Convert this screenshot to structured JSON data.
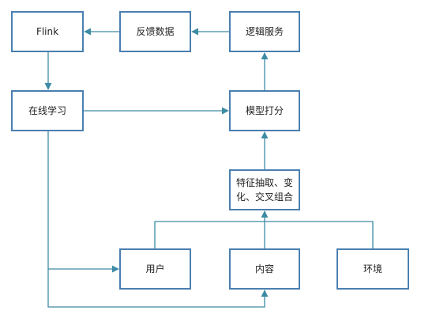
{
  "diagram": {
    "nodes": {
      "logic_service": "逻辑服务",
      "feedback_data": "反馈数据",
      "flink": "Flink",
      "online_learning": "在线学习",
      "model_scoring": "模型打分",
      "feature_line1": "特征抽取、变",
      "feature_line2": "化、交叉组合",
      "user": "用户",
      "content": "内容",
      "environment": "环境"
    },
    "edges": [
      {
        "from": "logic_service",
        "to": "feedback_data"
      },
      {
        "from": "feedback_data",
        "to": "flink"
      },
      {
        "from": "flink",
        "to": "online_learning"
      },
      {
        "from": "online_learning",
        "to": "model_scoring"
      },
      {
        "from": "model_scoring",
        "to": "logic_service"
      },
      {
        "from": "feature_extraction",
        "to": "model_scoring"
      },
      {
        "from": "user",
        "to": "feature_extraction"
      },
      {
        "from": "content",
        "to": "feature_extraction"
      },
      {
        "from": "environment",
        "to": "feature_extraction"
      },
      {
        "from": "online_learning",
        "to": "user"
      },
      {
        "from": "online_learning",
        "to": "content"
      }
    ],
    "colors": {
      "node_border": "#4a7fb0",
      "edge": "#3d8ba4"
    }
  }
}
